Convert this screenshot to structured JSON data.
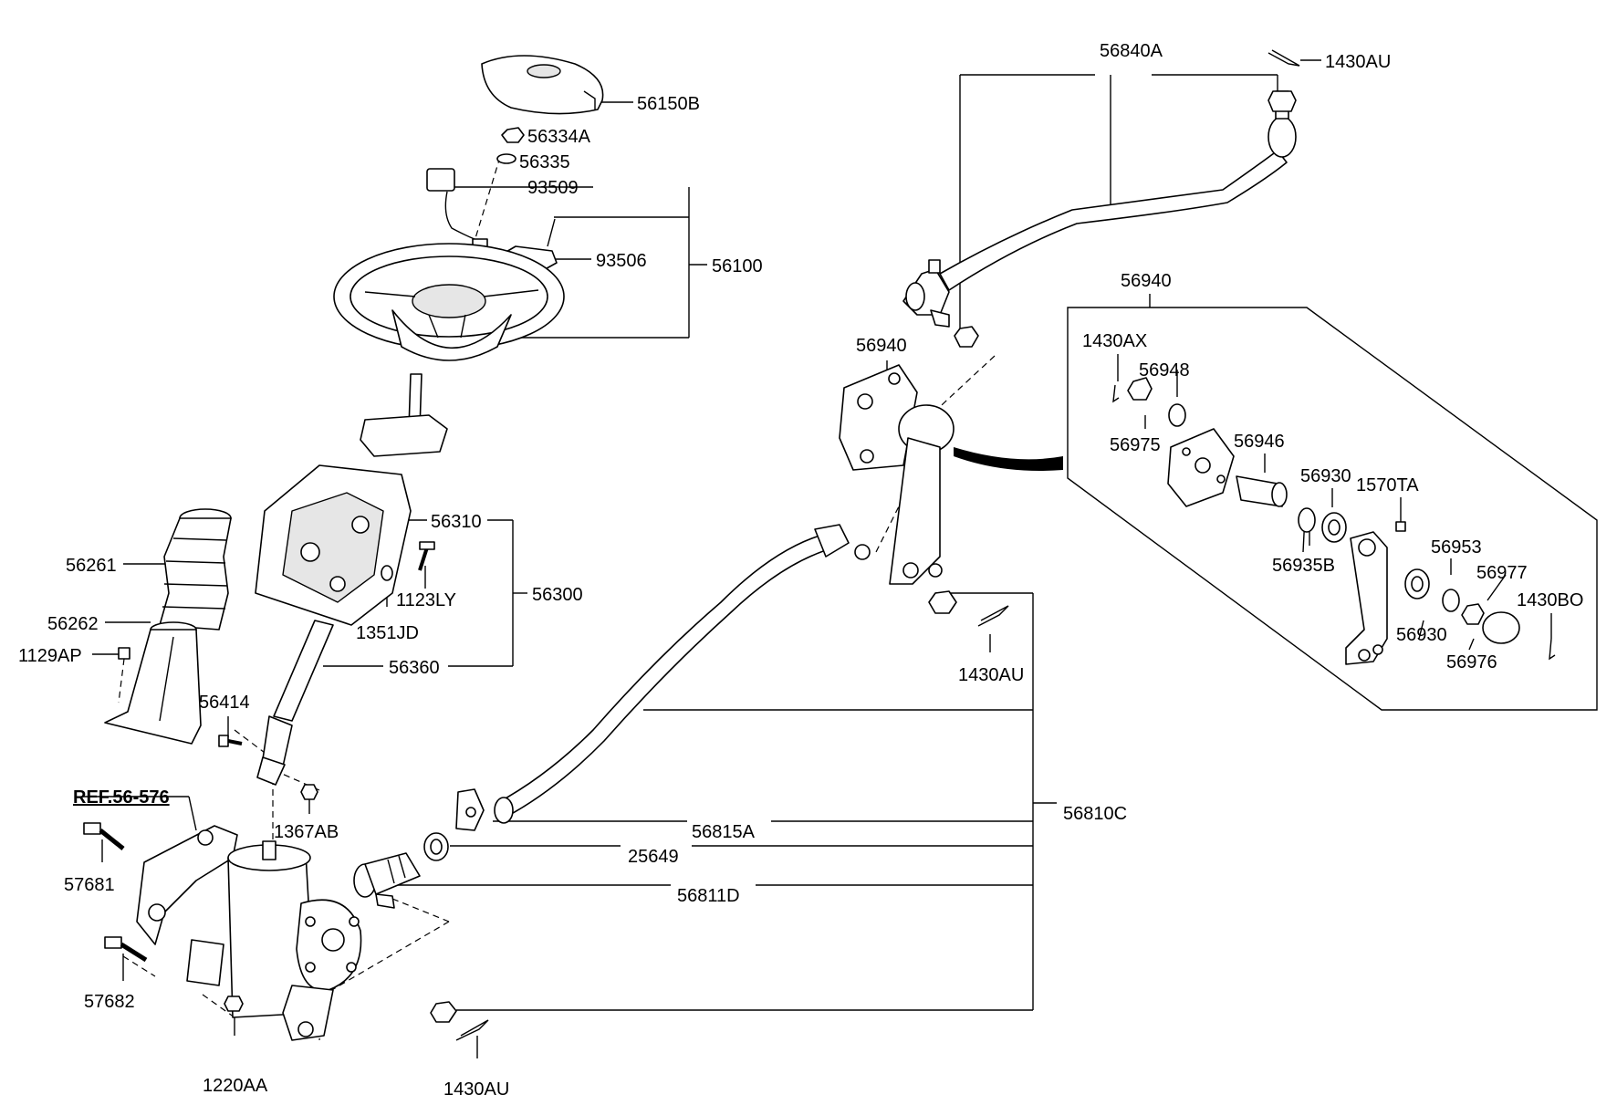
{
  "labels": {
    "p56150B": "56150B",
    "p56334A": "56334A",
    "p56335": "56335",
    "p93509": "93509",
    "p93506": "93506",
    "p56100": "56100",
    "p56310": "56310",
    "p56300": "56300",
    "p1123LY": "1123LY",
    "p1351JD": "1351JD",
    "p56360": "56360",
    "p56261": "56261",
    "p56262": "56262",
    "p1129AP": "1129AP",
    "p56414": "56414",
    "p1367AB": "1367AB",
    "ref56576": "REF.56-576",
    "p57681": "57681",
    "p57682": "57682",
    "p1220AA": "1220AA",
    "p1430AU_bottom": "1430AU",
    "p56815A": "56815A",
    "p25649": "25649",
    "p56811D": "56811D",
    "p56810C": "56810C",
    "p1430AU_mid": "1430AU",
    "p56940_arm": "56940",
    "p56840A": "56840A",
    "p1430AU_top": "1430AU",
    "p56940_kit": "56940",
    "p1430AX": "1430AX",
    "p56948": "56948",
    "p56975": "56975",
    "p56946": "56946",
    "p56930_a": "56930",
    "p1570TA": "1570TA",
    "p56935B": "56935B",
    "p56953": "56953",
    "p56977": "56977",
    "p1430BO": "1430BO",
    "p56930_b": "56930",
    "p56976": "56976"
  },
  "colors": {
    "line": "#000000",
    "background": "#ffffff"
  }
}
